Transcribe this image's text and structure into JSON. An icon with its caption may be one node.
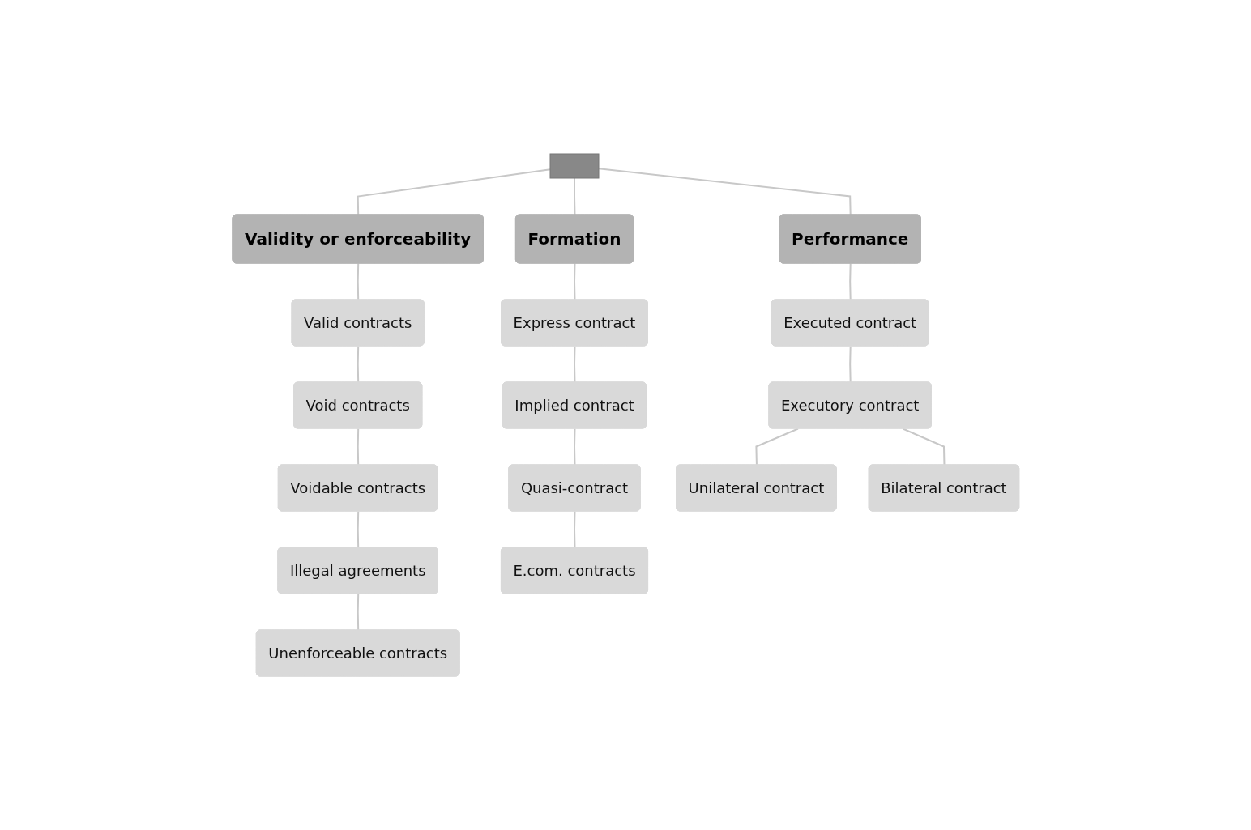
{
  "diagram": {
    "nodes": [
      {
        "text": [],
        "shape": "box"
      },
      {
        "text": [
          "Validity or enforceability"
        ]
      },
      {
        "text": [
          "Formation"
        ]
      },
      {
        "text": [
          "Performance"
        ]
      },
      {
        "text": [
          "Valid contracts"
        ]
      },
      {
        "text": [
          "Void contracts"
        ]
      },
      {
        "text": [
          "Voidable contracts"
        ]
      },
      {
        "text": [
          "Illegal agreements"
        ]
      },
      {
        "text": [
          "Unenforceable contracts"
        ]
      },
      {
        "text": [
          "Express contract"
        ]
      },
      {
        "text": [
          "Implied contract"
        ]
      },
      {
        "text": [
          "Quasi-contract"
        ]
      },
      {
        "text": [
          "E.com. contracts"
        ]
      },
      {
        "text": [
          "Executed contract"
        ]
      },
      {
        "text": [
          "Executory contract"
        ]
      },
      {
        "text": [
          "Unilateral contract"
        ]
      },
      {
        "text": [
          "Bilateral contract"
        ]
      }
    ],
    "edges": [
      {
        "from": 0,
        "to": 1,
        "arrow": "none"
      },
      {
        "from": 0,
        "to": 2,
        "arrow": "none"
      },
      {
        "from": 0,
        "to": 3,
        "arrow": "none"
      },
      {
        "from": 1,
        "to": 4,
        "arrow": "none"
      },
      {
        "from": 4,
        "to": 5,
        "arrow": "none"
      },
      {
        "from": 5,
        "to": 6,
        "arrow": "none"
      },
      {
        "from": 6,
        "to": 7,
        "arrow": "none"
      },
      {
        "from": 7,
        "to": 8,
        "arrow": "none"
      },
      {
        "from": 2,
        "to": 9,
        "arrow": "none"
      },
      {
        "from": 9,
        "to": 10,
        "arrow": "none"
      },
      {
        "from": 10,
        "to": 11,
        "arrow": "none"
      },
      {
        "from": 11,
        "to": 12,
        "arrow": "none"
      },
      {
        "from": 3,
        "to": 13,
        "arrow": "none"
      },
      {
        "from": 13,
        "to": 14,
        "arrow": "none"
      },
      {
        "from": 14,
        "to": 15,
        "arrow": "none"
      },
      {
        "from": 14,
        "to": 16,
        "arrow": "none"
      }
    ]
  }
}
